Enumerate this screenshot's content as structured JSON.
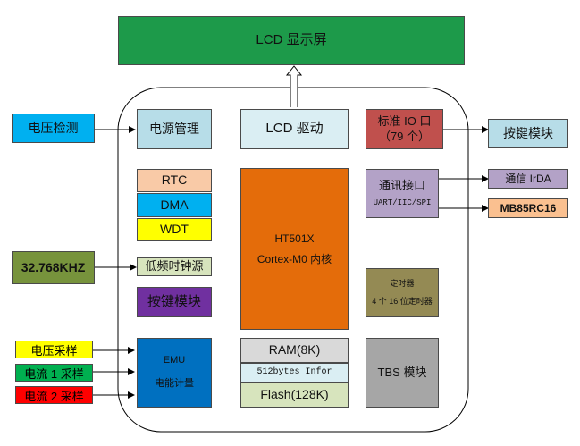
{
  "lcd_display": "LCD 显示屏",
  "inputs": {
    "voltage_detect": "电压检测",
    "crystal": "32.768KHZ",
    "voltage_sample": "电压采样",
    "current1_sample": "电流 1 采样",
    "current2_sample": "电流 2 采样"
  },
  "chip": {
    "power_mgmt": "电源管理",
    "lcd_driver": "LCD 驱动",
    "std_io_line1": "标准 IO 口",
    "std_io_line2": "（79 个）",
    "rtc": "RTC",
    "dma": "DMA",
    "wdt": "WDT",
    "core_line1": "HT501X",
    "core_line2": "Cortex-M0 内核",
    "comm_line1": "通讯接口",
    "comm_line2": "UART/IIC/SPI",
    "low_freq_clock": "低频时钟源",
    "timer_line1": "定时器",
    "timer_line2": "4 个 16 位定时器",
    "key_module_inner": "按键模块",
    "emu_line1": "EMU",
    "emu_line2": "电能计量",
    "ram": "RAM(8K)",
    "info": "512bytes Infor",
    "flash": "Flash(128K)",
    "tbs": "TBS 模块"
  },
  "outputs": {
    "key_module": "按键模块",
    "irda": "通信 IrDA",
    "mb85": "MB85RC16"
  },
  "colors": {
    "green_dark": "#1d9a4a",
    "light_blue": "#b7dde8",
    "red": "#c0504d",
    "peach": "#f9caa7",
    "cyan": "#00b0f0",
    "yellow": "#ffff00",
    "orange": "#e46c0a",
    "lavender": "#b3a2c7",
    "olive": "#948a54",
    "purple": "#7030a0",
    "emu_blue": "#0070c0",
    "light_gray": "#d9d9d9",
    "pale_cyan": "#daeef3",
    "pale_green": "#d7e4bd",
    "gray": "#a6a6a6",
    "green_bright": "#00b050",
    "red_bright": "#ff0000",
    "orange_light": "#fac090",
    "green_olive": "#77933c"
  }
}
